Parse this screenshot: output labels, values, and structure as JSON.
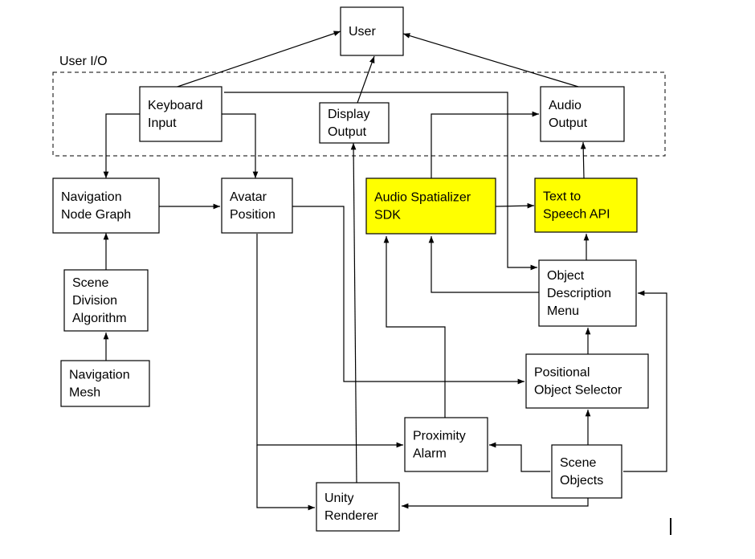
{
  "diagram": {
    "group": {
      "label": "User I/O"
    },
    "nodes": [
      {
        "id": "user",
        "lines": [
          "User"
        ],
        "highlight": false
      },
      {
        "id": "keyboard",
        "lines": [
          "Keyboard",
          "Input"
        ],
        "highlight": false
      },
      {
        "id": "display",
        "lines": [
          "Display",
          "Output"
        ],
        "highlight": false
      },
      {
        "id": "audio_out",
        "lines": [
          "Audio",
          "Output"
        ],
        "highlight": false
      },
      {
        "id": "nav_graph",
        "lines": [
          "Navigation",
          "Node Graph"
        ],
        "highlight": false
      },
      {
        "id": "avatar",
        "lines": [
          "Avatar",
          "Position"
        ],
        "highlight": false
      },
      {
        "id": "spatializer",
        "lines": [
          "Audio Spatializer",
          "SDK"
        ],
        "highlight": true
      },
      {
        "id": "tts",
        "lines": [
          "Text to",
          "Speech API"
        ],
        "highlight": true
      },
      {
        "id": "scene_div",
        "lines": [
          "Scene",
          "Division",
          "Algorithm"
        ],
        "highlight": false
      },
      {
        "id": "obj_desc",
        "lines": [
          "Object",
          "Description",
          "Menu"
        ],
        "highlight": false
      },
      {
        "id": "nav_mesh",
        "lines": [
          "Navigation",
          "Mesh"
        ],
        "highlight": false
      },
      {
        "id": "pos_selector",
        "lines": [
          "Positional",
          "Object Selector"
        ],
        "highlight": false
      },
      {
        "id": "proximity",
        "lines": [
          "Proximity",
          "Alarm"
        ],
        "highlight": false
      },
      {
        "id": "scene_obj",
        "lines": [
          "Scene",
          "Objects"
        ],
        "highlight": false
      },
      {
        "id": "renderer",
        "lines": [
          "Unity",
          "Renderer"
        ],
        "highlight": false
      }
    ],
    "colors": {
      "highlight": "#ffff00",
      "stroke": "#000000"
    }
  }
}
